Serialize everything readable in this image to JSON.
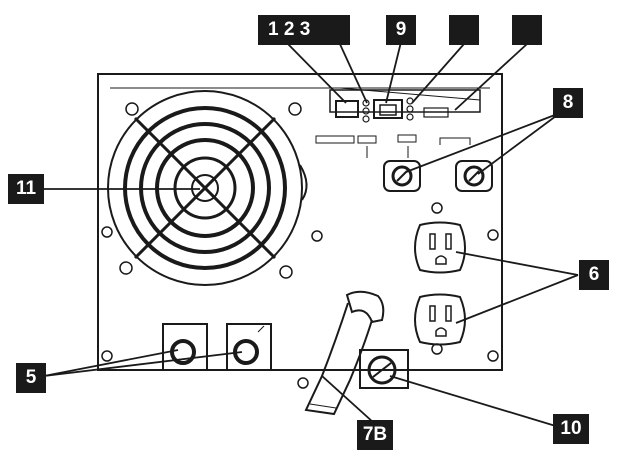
{
  "callouts": {
    "c1_2_3": "1 2 3",
    "c9": "9",
    "c4": "",
    "c7a": "",
    "c8": "8",
    "c11": "11",
    "c6": "6",
    "c5": "5",
    "c7b": "7B",
    "c10": "10"
  },
  "colors": {
    "line": "#1a1a1a",
    "panel": "#ffffff",
    "label_bg": "#1a1a1a",
    "label_text": "#ffffff"
  }
}
